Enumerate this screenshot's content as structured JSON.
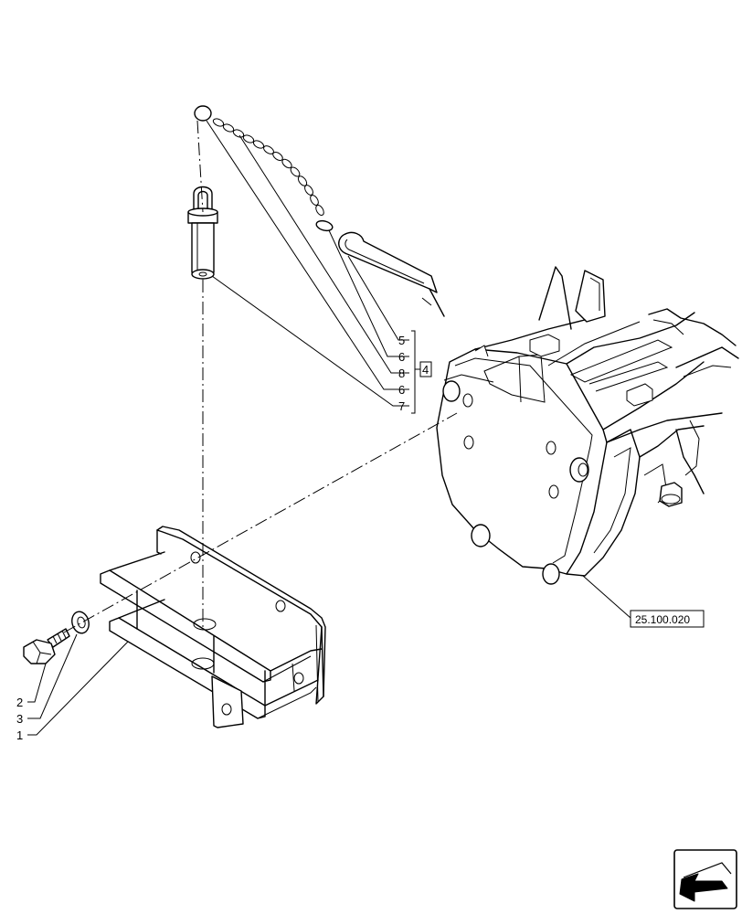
{
  "callouts": {
    "c1": "1",
    "c2": "2",
    "c3": "3",
    "c4": "4",
    "c5": "5",
    "c6a": "6",
    "c8": "8",
    "c6b": "6",
    "c7": "7"
  },
  "reference": {
    "label": "25.100.020"
  },
  "icons": {
    "nav": "previous-page-arrow-icon"
  }
}
